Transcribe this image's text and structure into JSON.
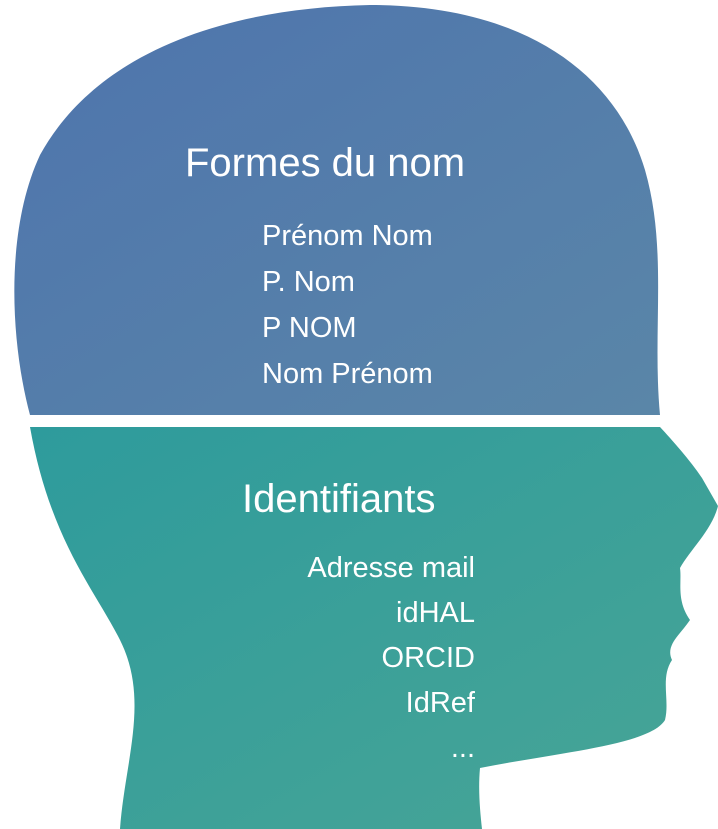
{
  "colors": {
    "top_gradient_start": "#4e74ad",
    "top_gradient_end": "#5a86a8",
    "bottom_gradient_start": "#2e9b9c",
    "bottom_gradient_end": "#48a596",
    "text": "#ffffff",
    "divider": "#ffffff"
  },
  "name_forms": {
    "title": "Formes du nom",
    "items": [
      "Prénom Nom",
      "P. Nom",
      "P NOM",
      "Nom Prénom"
    ]
  },
  "identifiers": {
    "title": "Identifiants",
    "items": [
      "Adresse mail",
      "idHAL",
      "ORCID",
      "IdRef",
      "..."
    ]
  }
}
